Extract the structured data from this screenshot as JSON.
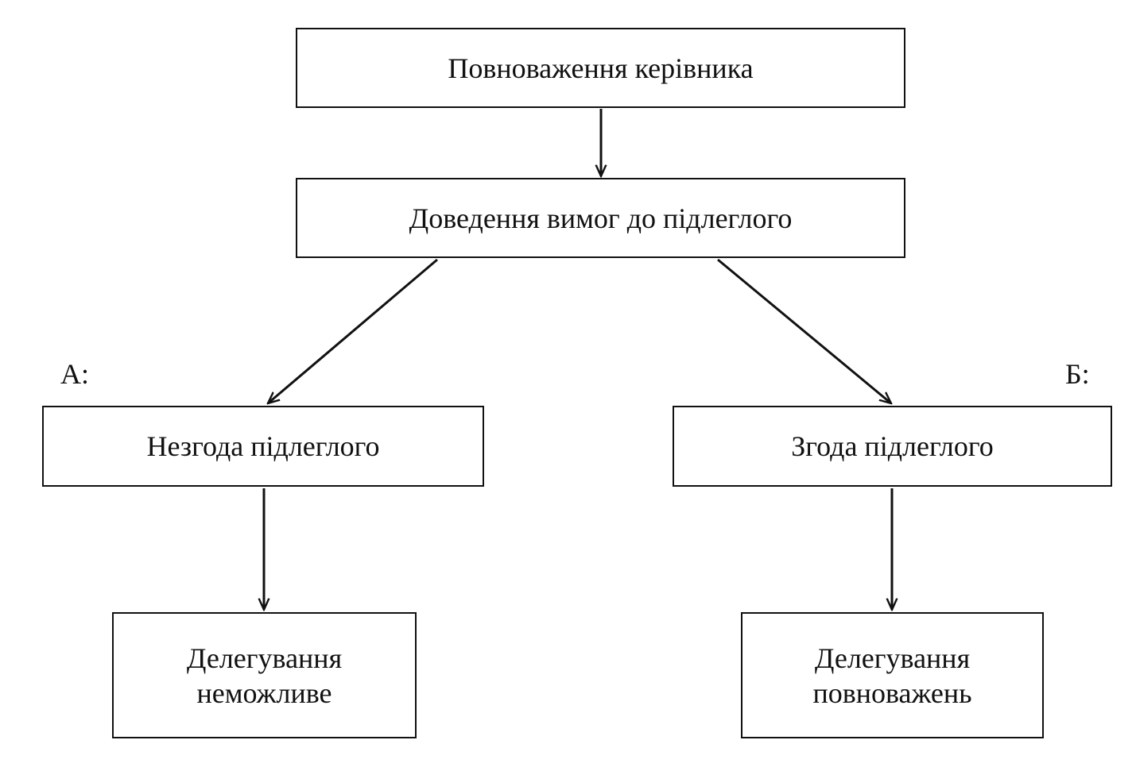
{
  "diagram": {
    "nodes": {
      "top": "Повноваження керівника",
      "mid": "Доведення вимог до підлеглого",
      "left": "Незгода підлеглого",
      "right": "Згода підлеглого",
      "bottom_left": [
        "Делегування",
        "неможливе"
      ],
      "bottom_right": [
        "Делегування",
        "повноважень"
      ]
    },
    "branch_labels": {
      "a": "А:",
      "b": "Б:"
    },
    "edges": [
      {
        "from": "top",
        "to": "mid"
      },
      {
        "from": "mid",
        "to": "left"
      },
      {
        "from": "mid",
        "to": "right"
      },
      {
        "from": "left",
        "to": "bottom_left"
      },
      {
        "from": "right",
        "to": "bottom_right"
      }
    ],
    "colors": {
      "line": "#111111",
      "background": "#ffffff"
    }
  }
}
